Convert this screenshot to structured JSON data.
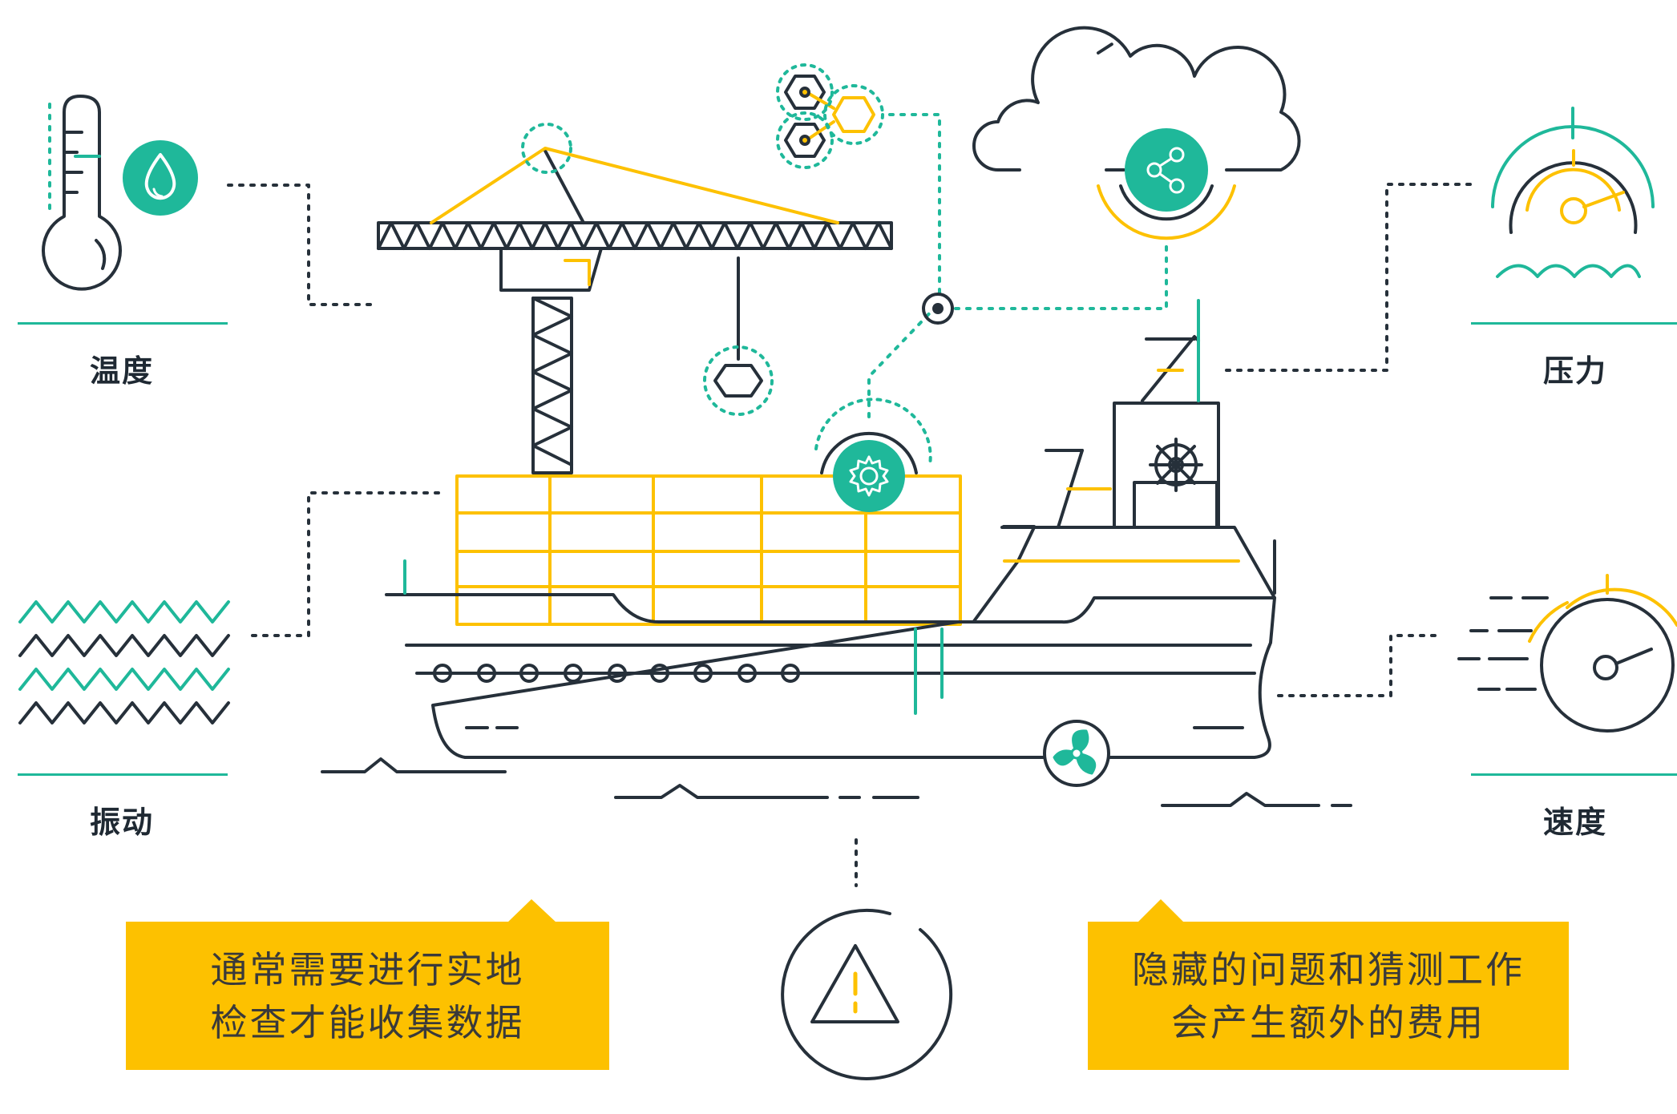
{
  "colors": {
    "dark": "#26303a",
    "green": "#1fb89a",
    "yellow": "#fdc100",
    "box_text": "#3a3a3a"
  },
  "sensors": {
    "temperature": "温度",
    "vibration": "振动",
    "pressure": "压力",
    "speed": "速度"
  },
  "callouts": {
    "left": {
      "line1": "通常需要进行实地",
      "line2": "检查才能收集数据"
    },
    "right": {
      "line1": "隐藏的问题和猜测工作",
      "line2": "会产生额外的费用"
    }
  },
  "icons": [
    "thermometer-icon",
    "water-drop-icon",
    "pressure-gauge-icon",
    "speedometer-icon",
    "cloud-icon",
    "share-icon",
    "gear-icon",
    "propeller-icon",
    "warning-icon",
    "hexagon-network-icon",
    "ship-wheel-icon",
    "crane-icon",
    "ship-icon"
  ]
}
